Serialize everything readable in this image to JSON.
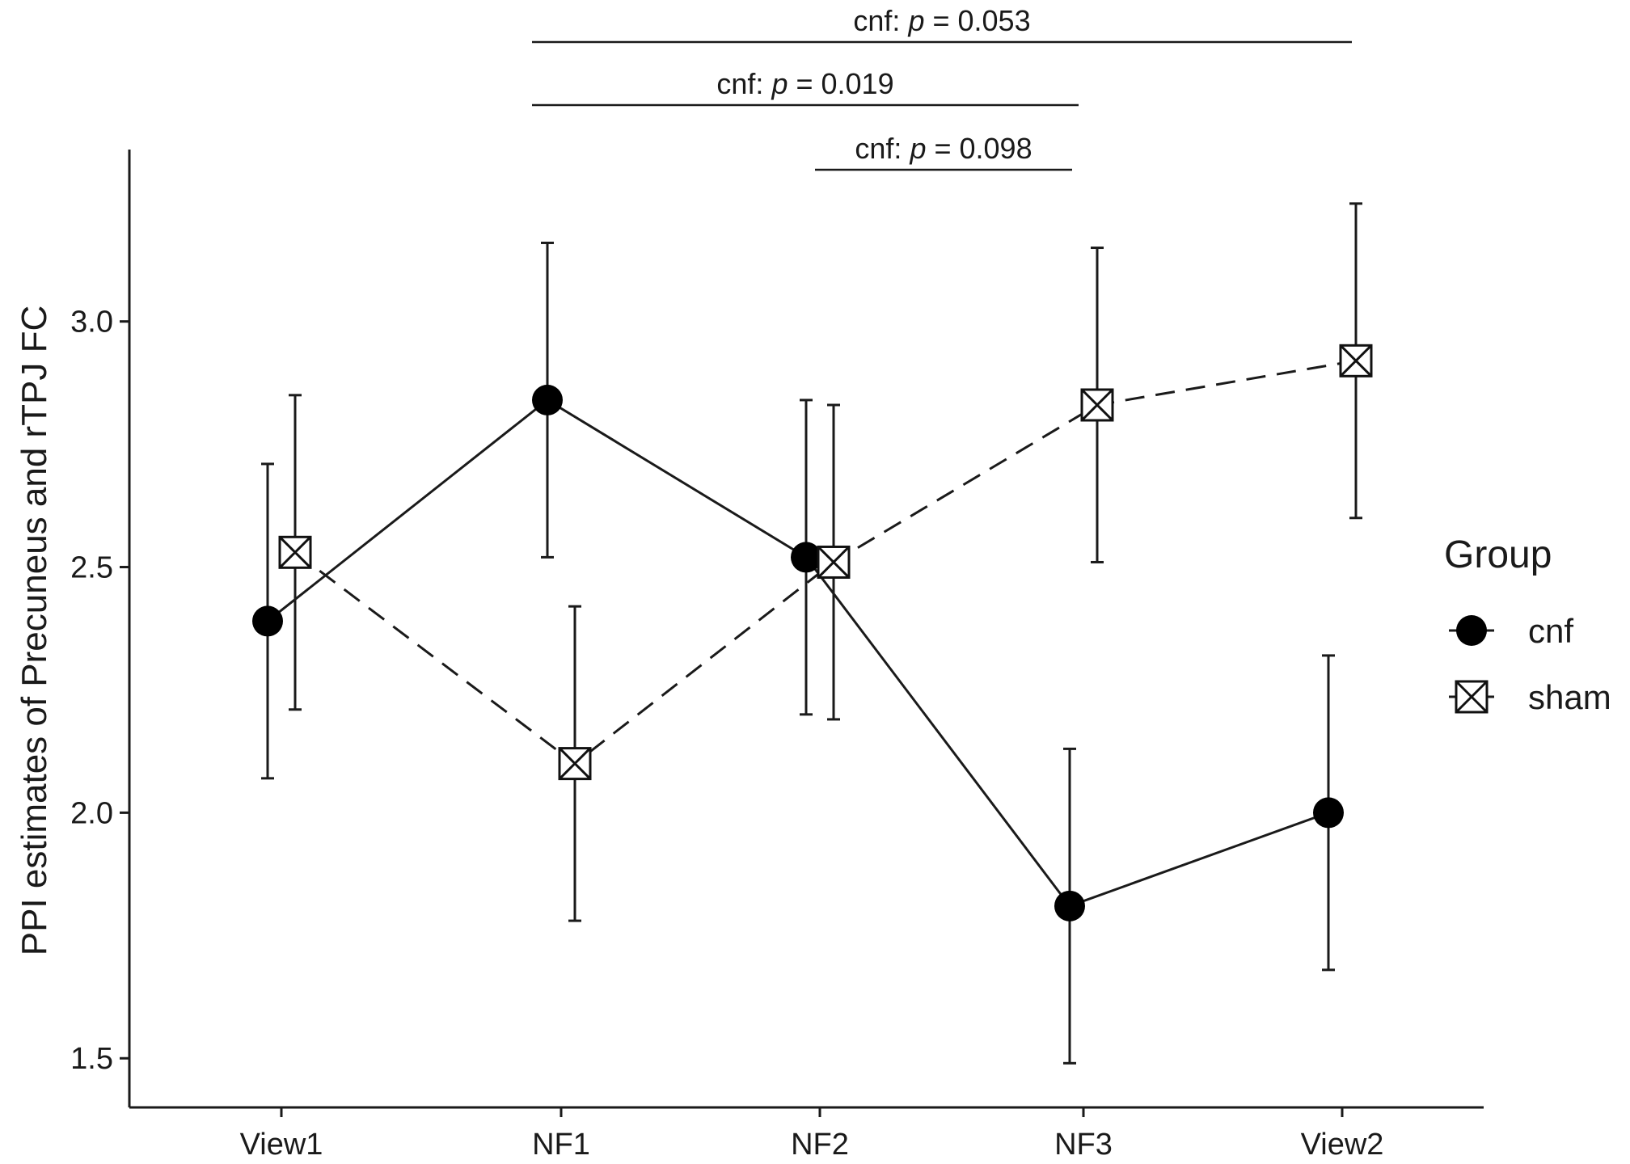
{
  "chart_data": {
    "type": "line",
    "x": [
      "View1",
      "NF1",
      "NF2",
      "NF3",
      "View2"
    ],
    "ylabel": "PPI estimates of Precuneus and rTPJ FC",
    "xlabel": "",
    "ylim": [
      1.4,
      3.35
    ],
    "yticks": [
      1.5,
      2.0,
      2.5,
      3.0
    ],
    "ytick_labels": [
      "1.5",
      "2.0",
      "2.5",
      "3.0"
    ],
    "grid": false,
    "legend": {
      "title": "Group",
      "position": "right"
    },
    "series": [
      {
        "name": "cnf",
        "marker": "filled-circle",
        "line": "solid",
        "values": [
          2.39,
          2.84,
          2.52,
          1.81,
          2.0
        ],
        "error_low": [
          2.07,
          2.52,
          2.2,
          1.49,
          1.68
        ],
        "error_high": [
          2.71,
          3.16,
          2.84,
          2.13,
          2.32
        ]
      },
      {
        "name": "sham",
        "marker": "boxed-x",
        "line": "dashed",
        "values": [
          2.53,
          2.1,
          2.51,
          2.83,
          2.92
        ],
        "error_low": [
          2.21,
          1.78,
          2.19,
          2.51,
          2.6
        ],
        "error_high": [
          2.85,
          2.42,
          2.83,
          3.15,
          3.24
        ]
      }
    ],
    "annotations": [
      {
        "group": "cnf:",
        "p_symbol": "p",
        "p_text": "= 0.053",
        "from": "NF1",
        "to": "View2"
      },
      {
        "group": "cnf:",
        "p_symbol": "p",
        "p_text": "= 0.019",
        "from": "NF1",
        "to": "NF3"
      },
      {
        "group": "cnf:",
        "p_symbol": "p",
        "p_text": "= 0.098",
        "from": "NF2",
        "to": "NF3"
      }
    ]
  }
}
